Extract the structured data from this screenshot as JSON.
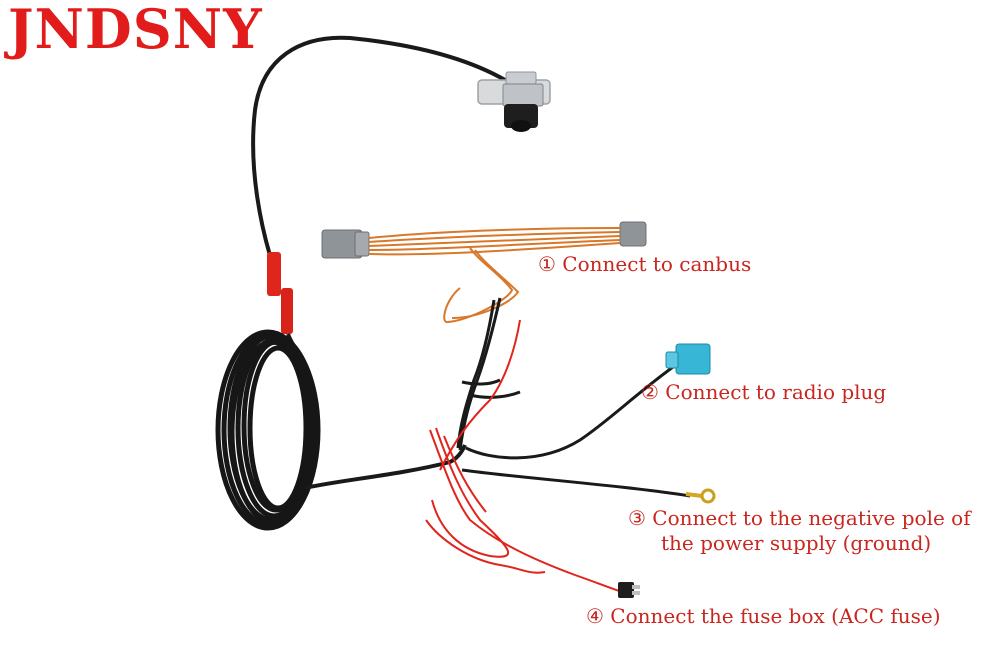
{
  "brand": {
    "text": "JNDSNY",
    "color": "#e21b1b"
  },
  "callouts": [
    {
      "num": "①",
      "line1": "Connect to canbus",
      "line2": ""
    },
    {
      "num": "②",
      "line1": "Connect to radio plug",
      "line2": ""
    },
    {
      "num": "③",
      "line1": "Connect to the negative pole of",
      "line2": "the power supply (ground)"
    },
    {
      "num": "④",
      "line1": "Connect the fuse box (ACC fuse)",
      "line2": ""
    }
  ],
  "colors": {
    "label": "#c8261f",
    "cable_black": "#1a1a1a",
    "wire_red": "#e0251d",
    "wire_orange": "#d8782a",
    "connector_grey": "#8f9498",
    "connector_blue": "#37b6d6"
  }
}
